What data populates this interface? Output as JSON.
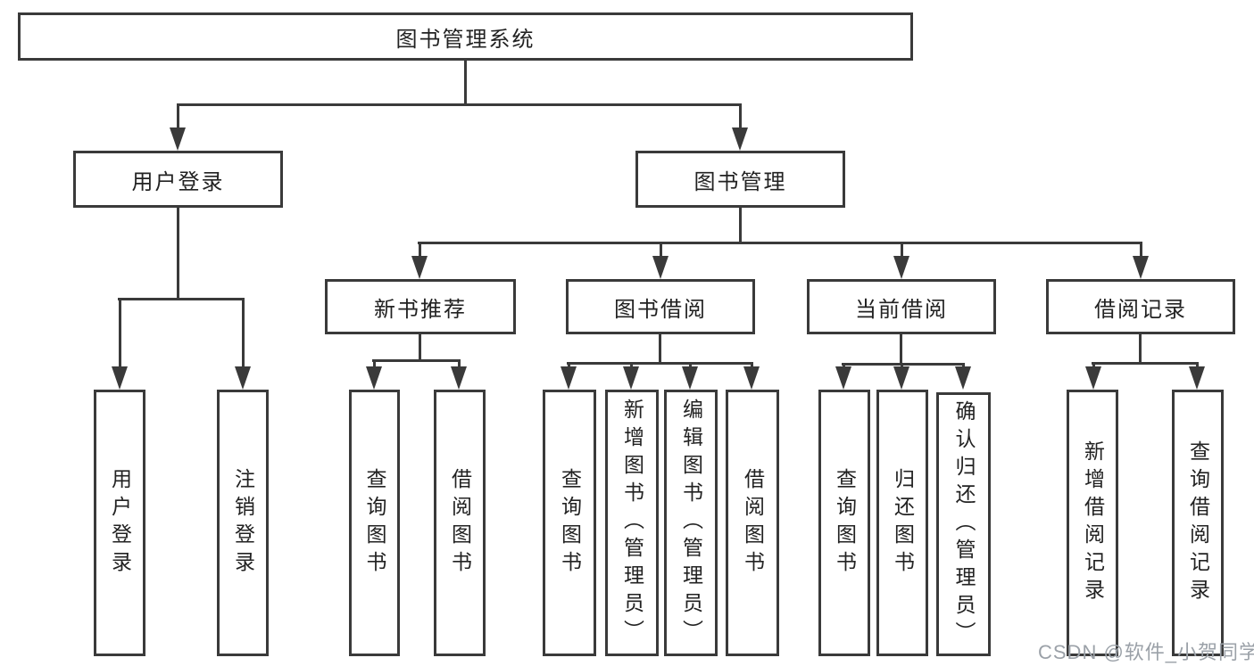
{
  "diagram": {
    "root": {
      "label": "图书管理系统"
    },
    "level1": [
      {
        "label": "用户登录"
      },
      {
        "label": "图书管理"
      }
    ],
    "level2": [
      {
        "label": "新书推荐"
      },
      {
        "label": "图书借阅"
      },
      {
        "label": "当前借阅"
      },
      {
        "label": "借阅记录"
      }
    ],
    "leaves": {
      "user_login": [
        "用户登录",
        "注销登录"
      ],
      "new_book": [
        "查询图书",
        "借阅图书"
      ],
      "book_borrow": [
        "查询图书",
        "新增图书（管理员）",
        "编辑图书（管理员）",
        "借阅图书"
      ],
      "current_borrow": [
        "查询图书",
        "归还图书",
        "确认归还（管理员）"
      ],
      "borrow_record": [
        "新增借阅记录",
        "查询借阅记录"
      ]
    }
  },
  "watermark": "CSDN @软件_小贺同学",
  "colors": {
    "line": "#3a3a3a",
    "text": "#222222",
    "watermark": "#9ba1a8",
    "background": "#ffffff"
  }
}
